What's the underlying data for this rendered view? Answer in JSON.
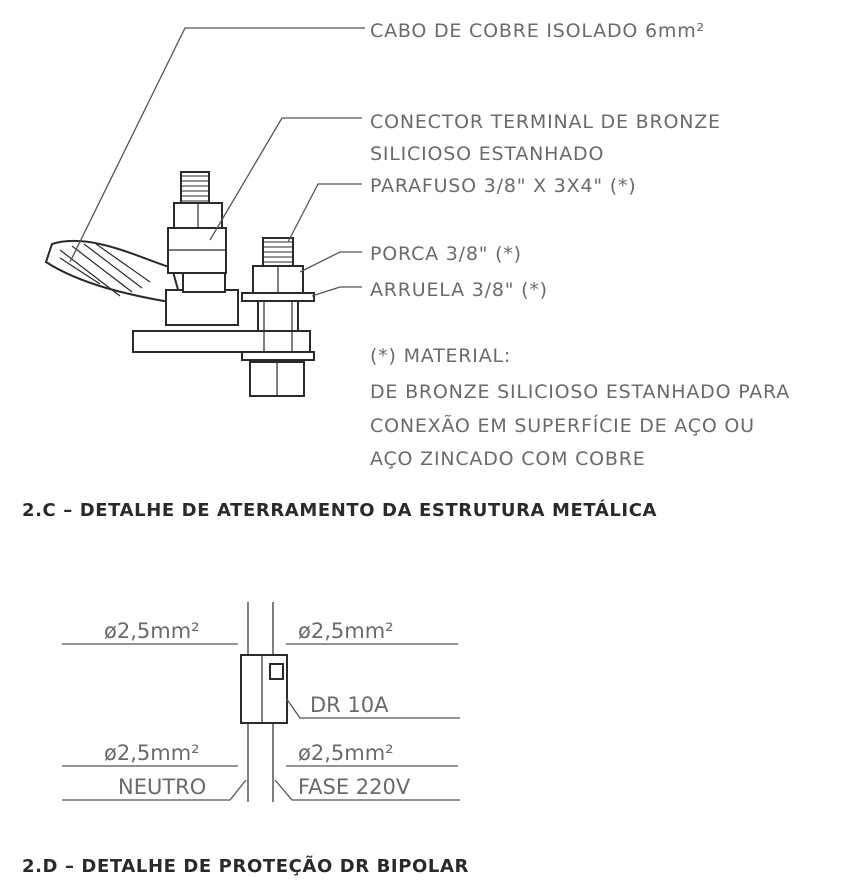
{
  "section_c": {
    "callouts": {
      "cable": "CABO DE COBRE ISOLADO 6mm²",
      "connector_line1": "CONECTOR TERMINAL DE BRONZE",
      "connector_line2": "SILICIOSO ESTANHADO",
      "bolt": "PARAFUSO  3/8\" X 3X4\" (*)",
      "nut": "PORCA  3/8\" (*)",
      "washer": "ARRUELA  3/8\" (*)"
    },
    "note": {
      "line1": "(*) MATERIAL:",
      "line2": "DE BRONZE SILICIOSO ESTANHADO PARA",
      "line3": "CONEXÃO EM SUPERFÍCIE DE AÇO OU",
      "line4": "AÇO ZINCADO COM COBRE"
    },
    "caption": "2.C – DETALHE DE ATERRAMENTO DA ESTRUTURA METÁLICA"
  },
  "section_d": {
    "labels": {
      "top_left": "ø2,5mm²",
      "top_right": "ø2,5mm²",
      "device": "DR 10A",
      "bottom_left": "ø2,5mm²",
      "bottom_right": "ø2,5mm²",
      "neutral": "NEUTRO",
      "phase": "FASE 220V"
    },
    "caption": "2.D – DETALHE DE PROTEÇÃO DR BIPOLAR"
  }
}
